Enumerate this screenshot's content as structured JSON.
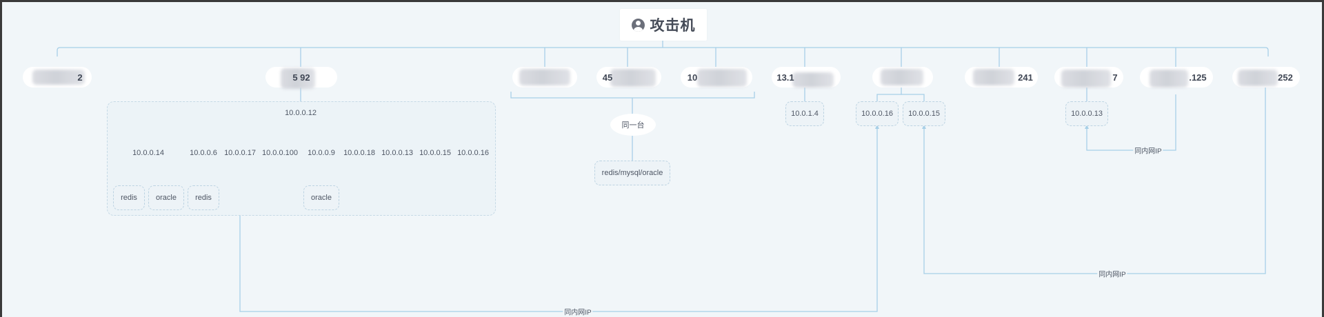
{
  "root": {
    "label": "攻击机",
    "icon": "user-icon"
  },
  "hosts": [
    {
      "id": "h1",
      "visible_text": "2"
    },
    {
      "id": "h2",
      "visible_text": "5 92"
    },
    {
      "id": "h3",
      "visible_text": ""
    },
    {
      "id": "h4",
      "visible_text": "45"
    },
    {
      "id": "h5",
      "visible_text": "10"
    },
    {
      "id": "h6",
      "visible_text": "13.1"
    },
    {
      "id": "h7",
      "visible_text": ""
    },
    {
      "id": "h8",
      "visible_text": "241"
    },
    {
      "id": "h9",
      "visible_text": "7"
    },
    {
      "id": "h10",
      "visible_text": ".125"
    },
    {
      "id": "h11",
      "visible_text": "252"
    }
  ],
  "group": {
    "gateway": "10.0.0.12",
    "children": [
      "10.0.0.14",
      "10.0.0.6",
      "10.0.0.17",
      "10.0.0.100",
      "10.0.0.9",
      "10.0.0.18",
      "10.0.0.13",
      "10.0.0.15",
      "10.0.0.16"
    ],
    "services": [
      "redis",
      "oracle",
      "redis",
      "oracle"
    ]
  },
  "same_machine": {
    "label": "同一台",
    "service": "redis/mysql/oracle"
  },
  "internal_nodes": [
    "10.0.1.4",
    "10.0.0.16",
    "10.0.0.15",
    "10.0.0.13"
  ],
  "notes": {
    "same_intranet_ip": "同内网IP"
  },
  "colors": {
    "line": "#a7cfe7",
    "background": "#f1f6f9",
    "node_border": "#bcd3e2",
    "text": "#4d5563"
  }
}
